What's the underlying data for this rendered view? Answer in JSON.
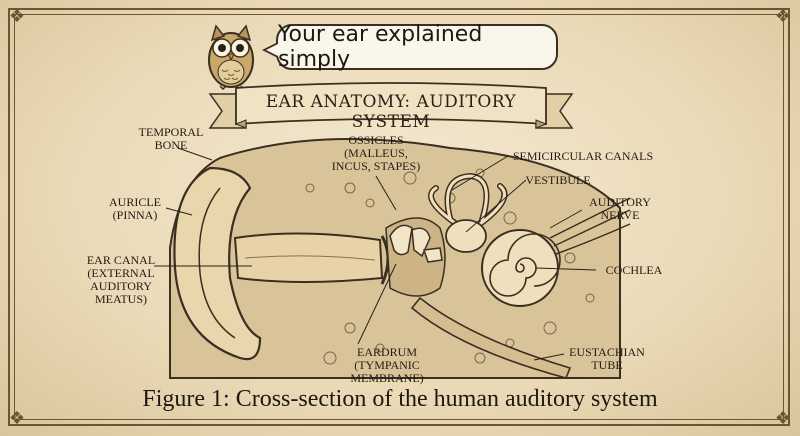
{
  "speech_bubble": {
    "text": "Your ear explained simply"
  },
  "banner": {
    "title": "EAR ANATOMY: AUDITORY SYSTEM"
  },
  "labels": {
    "temporal_bone": [
      "TEMPORAL",
      "BONE"
    ],
    "auricle": [
      "AURICLE",
      "(PINNA)"
    ],
    "ear_canal": [
      "EAR CANAL",
      "(EXTERNAL",
      "AUDITORY",
      "MEATUS)"
    ],
    "ossicles": [
      "OSSICLES",
      "(MALLEUS,",
      "INCUS, STAPES)"
    ],
    "semicircular_canals": [
      "SEMICIRCULAR CANALS"
    ],
    "vestibule": [
      "VESTIBULE"
    ],
    "auditory_nerve": [
      "AUDITORY",
      "NERVE"
    ],
    "cochlea": [
      "COCHLEA"
    ],
    "eardrum": [
      "EARDRUM",
      "(TYMPANIC MEMBRANE)"
    ],
    "eustachian_tube": [
      "EUSTACHIAN",
      "TUBE"
    ]
  },
  "caption": {
    "text": "Figure 1: Cross-section of the human auditory system"
  },
  "colors": {
    "ink": "#2e2418",
    "parchment": "#efe3c8",
    "frame": "#6b5535"
  },
  "icons": {
    "mascot": "owl-icon"
  }
}
